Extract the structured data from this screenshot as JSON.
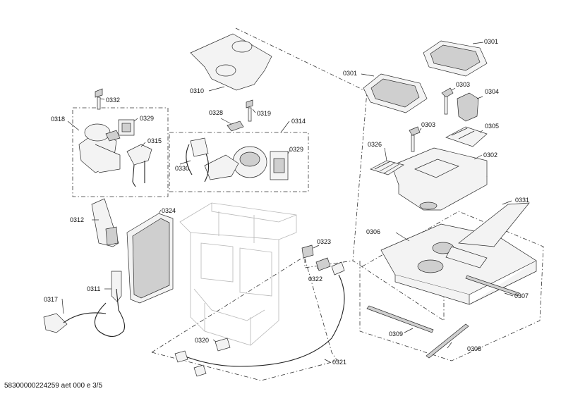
{
  "labels": {
    "l0301a": "0301",
    "l0301b": "0301",
    "l0302": "0302",
    "l0303a": "0303",
    "l0303b": "0303",
    "l0304": "0304",
    "l0305": "0305",
    "l0306": "0306",
    "l0307": "0307",
    "l0308": "0308",
    "l0309": "0309",
    "l0310": "0310",
    "l0311": "0311",
    "l0312": "0312",
    "l0314": "0314",
    "l0315": "0315",
    "l0317": "0317",
    "l0318": "0318",
    "l0319": "0319",
    "l0320": "0320",
    "l0321": "0321",
    "l0322": "0322",
    "l0323": "0323",
    "l0324": "0324",
    "l0326": "0326",
    "l0328": "0328",
    "l0329a": "0329",
    "l0329b": "0329",
    "l0330": "0330",
    "l0331": "0331",
    "l0332": "0332"
  },
  "footer": {
    "doc_code": "58300000224259 aet 000 e 3/5"
  }
}
